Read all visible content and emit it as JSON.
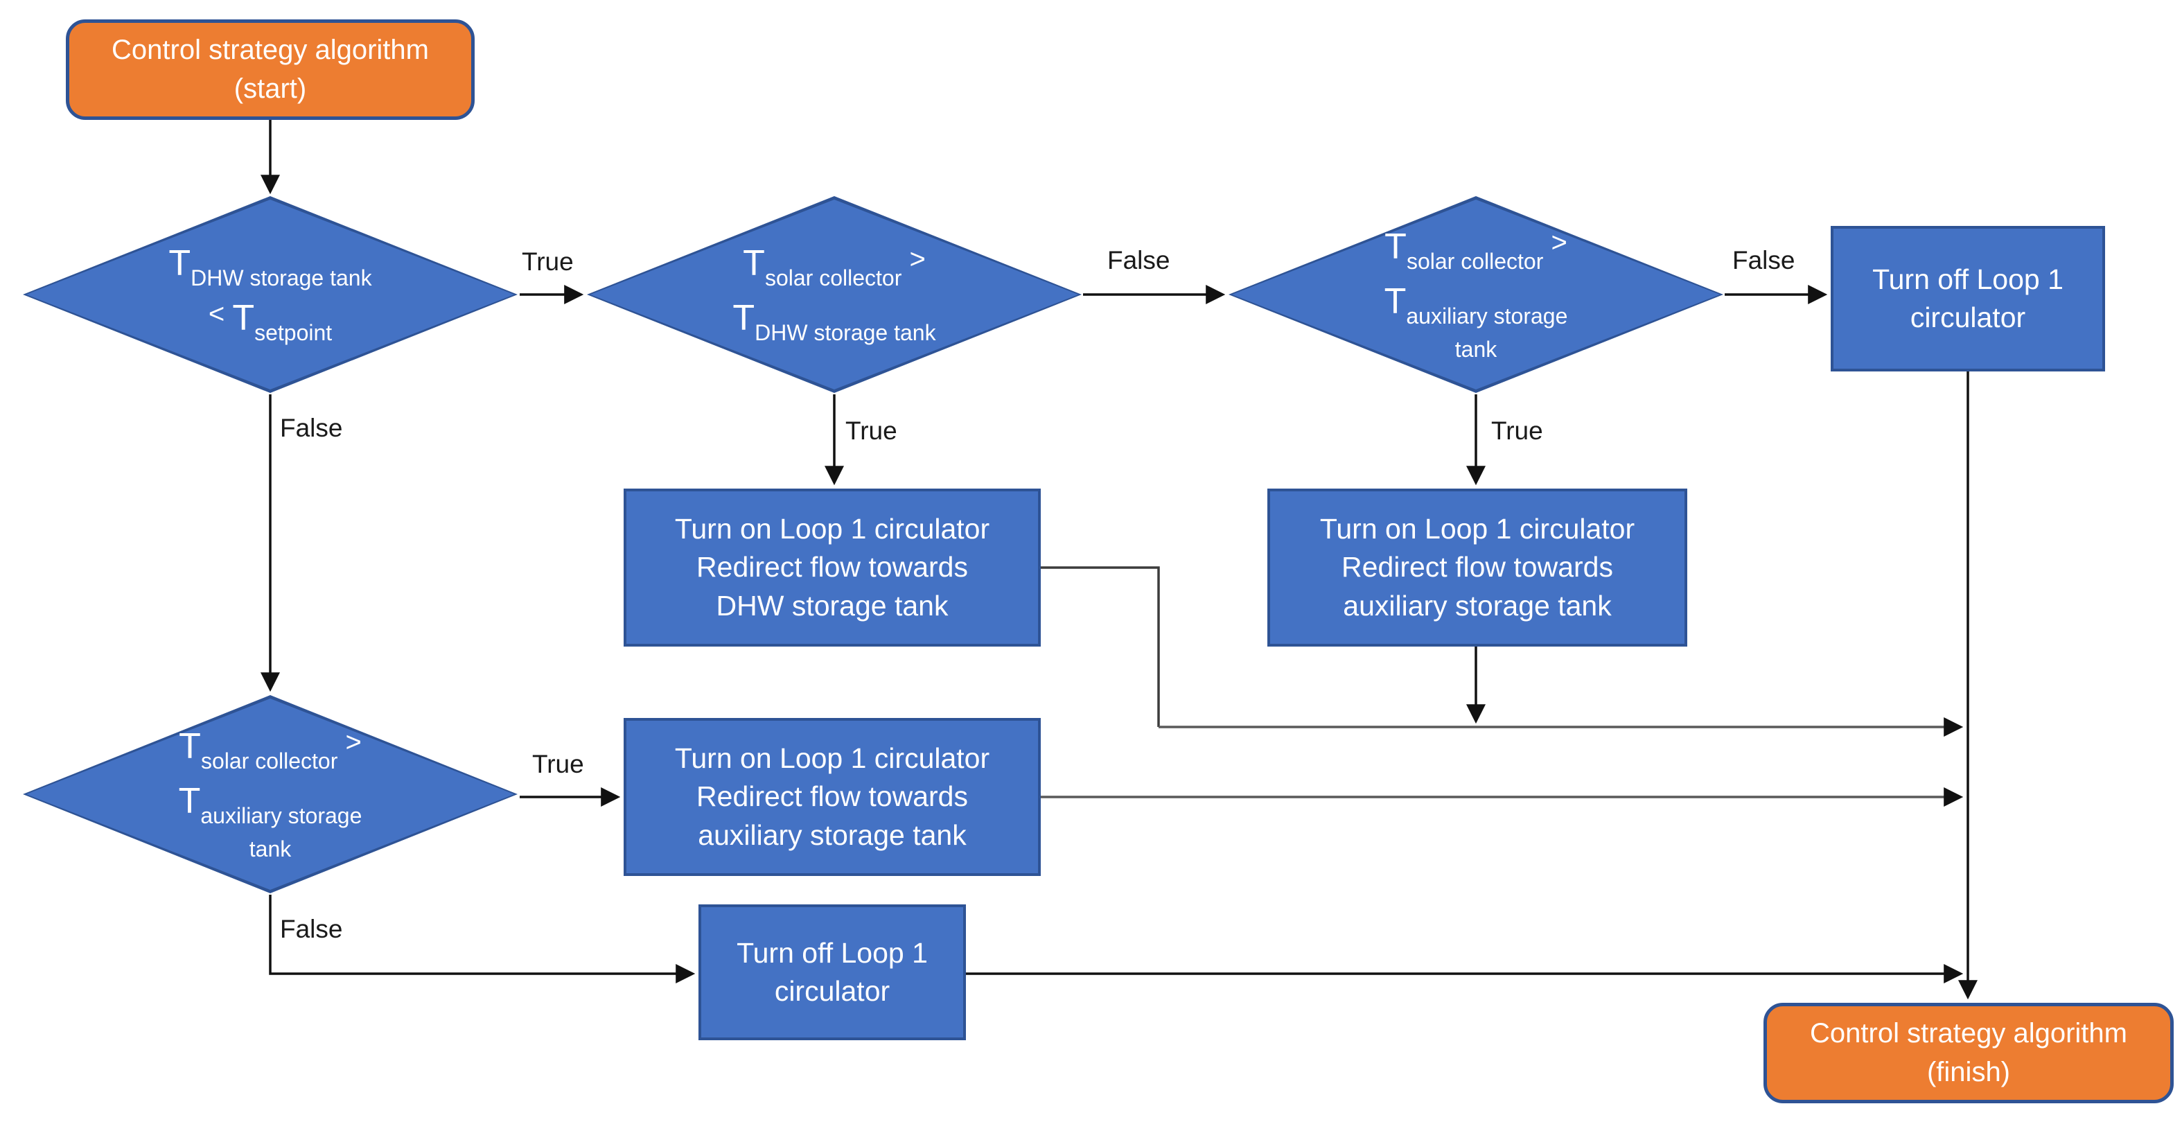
{
  "diagram_title": "Control strategy algorithm flowchart",
  "colors": {
    "process_fill": "#4472C4",
    "process_border": "#2E5395",
    "terminator_fill": "#ED7D31",
    "terminator_border": "#2E5395",
    "shape_text": "#FFFFFF",
    "connector": "#111111",
    "connector_gray": "#595959",
    "label_text": "#1A1A1A",
    "background": "#FFFFFF"
  },
  "nodes": {
    "start": {
      "type": "terminator",
      "lines": [
        "Control strategy algorithm",
        "(start)"
      ]
    },
    "finish": {
      "type": "terminator",
      "lines": [
        "Control strategy algorithm",
        "(finish)"
      ]
    },
    "d1": {
      "type": "decision",
      "lines": [
        {
          "main": "T",
          "sub": "DHW storage tank"
        },
        {
          "pre": "< ",
          "main": "T",
          "sub": "setpoint"
        }
      ]
    },
    "d2": {
      "type": "decision",
      "lines": [
        {
          "main": "T",
          "sub": "solar collector",
          "post": " >"
        },
        {
          "main": "T",
          "sub": "DHW storage tank"
        }
      ]
    },
    "d3": {
      "type": "decision",
      "lines": [
        {
          "main": "T",
          "sub": "solar collector",
          "post": " >"
        },
        {
          "main": "T",
          "sub": "auxiliary storage"
        },
        {
          "sub": "tank"
        }
      ]
    },
    "d4": {
      "type": "decision",
      "lines": [
        {
          "main": "T",
          "sub": "solar collector",
          "post": " >"
        },
        {
          "main": "T",
          "sub": "auxiliary storage"
        },
        {
          "sub": "tank"
        }
      ]
    },
    "p_on_dhw": {
      "type": "process",
      "lines": [
        "Turn on Loop 1 circulator",
        "Redirect flow towards",
        "DHW storage tank"
      ]
    },
    "p_on_aux_right": {
      "type": "process",
      "lines": [
        "Turn on Loop 1 circulator",
        "Redirect flow towards",
        "auxiliary storage tank"
      ]
    },
    "p_on_aux_bottom": {
      "type": "process",
      "lines": [
        "Turn on Loop 1 circulator",
        "Redirect flow towards",
        "auxiliary storage tank"
      ]
    },
    "p_off_top": {
      "type": "process",
      "lines": [
        "Turn off Loop 1",
        "circulator"
      ]
    },
    "p_off_bottom": {
      "type": "process",
      "lines": [
        "Turn off Loop 1",
        "circulator"
      ]
    }
  },
  "edge_labels": {
    "d1_true": "True",
    "d1_false": "False",
    "d2_true": "True",
    "d2_false": "False",
    "d3_true": "True",
    "d3_false": "False",
    "d4_true": "True",
    "d4_false": "False"
  }
}
